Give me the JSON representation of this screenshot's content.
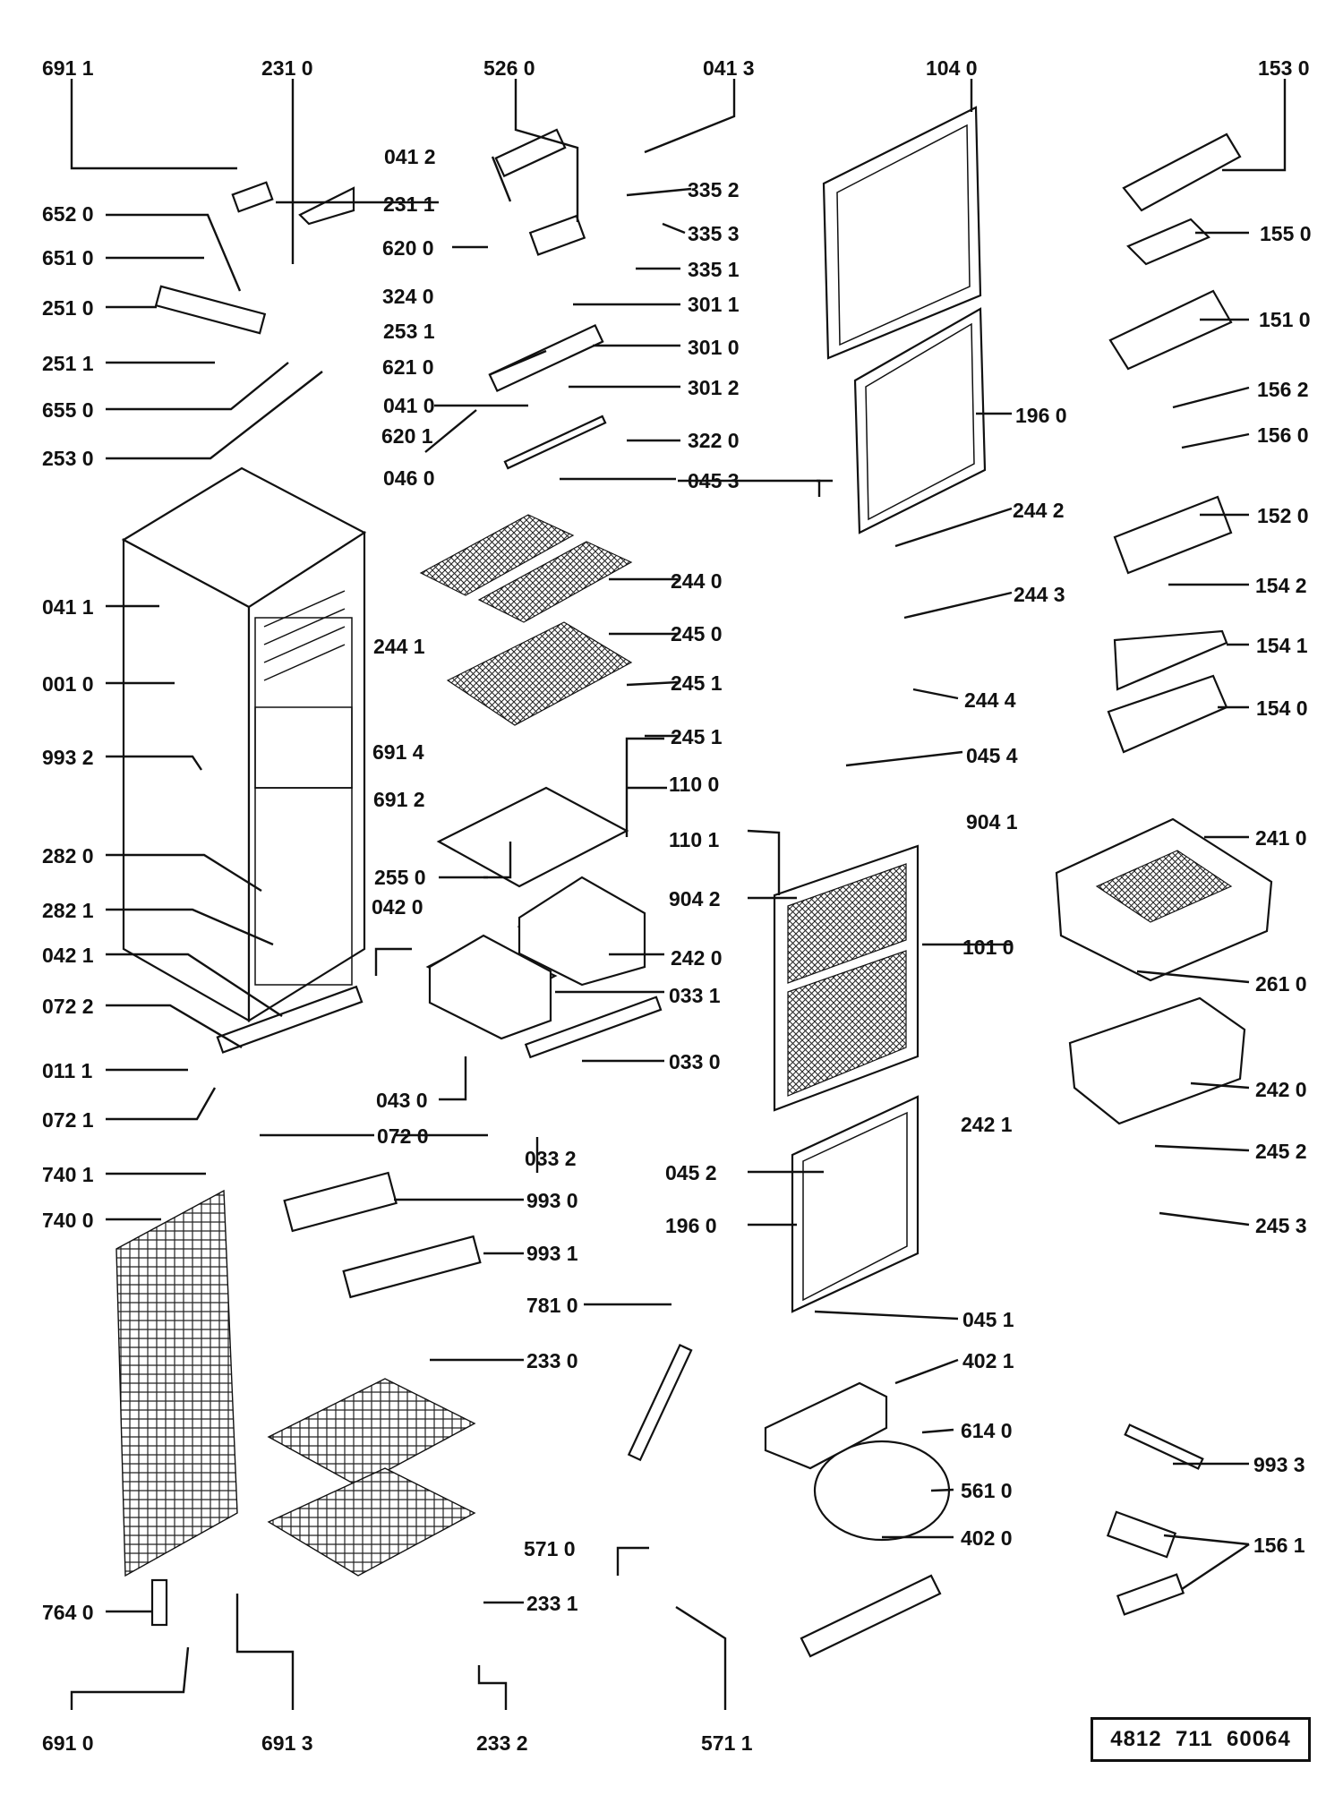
{
  "document_number": "4812  711  60064",
  "labels": [
    {
      "id": "l6911a",
      "text": "691 1"
    },
    {
      "id": "l2310",
      "text": "231 0"
    },
    {
      "id": "l5260",
      "text": "526 0"
    },
    {
      "id": "l0413",
      "text": "041 3"
    },
    {
      "id": "l1040",
      "text": "104 0"
    },
    {
      "id": "l1530",
      "text": "153 0"
    },
    {
      "id": "l0412",
      "text": "041 2"
    },
    {
      "id": "l2311",
      "text": "231 1"
    },
    {
      "id": "l3352",
      "text": "335 2"
    },
    {
      "id": "l6520",
      "text": "652 0"
    },
    {
      "id": "l6200",
      "text": "620 0"
    },
    {
      "id": "l3353",
      "text": "335 3"
    },
    {
      "id": "l1550",
      "text": "155 0"
    },
    {
      "id": "l6510",
      "text": "651 0"
    },
    {
      "id": "l3351",
      "text": "335 1"
    },
    {
      "id": "l3240",
      "text": "324 0"
    },
    {
      "id": "l3011",
      "text": "301 1"
    },
    {
      "id": "l2510",
      "text": "251 0"
    },
    {
      "id": "l1510",
      "text": "151 0"
    },
    {
      "id": "l2531",
      "text": "253 1"
    },
    {
      "id": "l3010",
      "text": "301 0"
    },
    {
      "id": "l6210",
      "text": "621 0"
    },
    {
      "id": "l2511",
      "text": "251 1"
    },
    {
      "id": "l3012",
      "text": "301 2"
    },
    {
      "id": "l1562",
      "text": "156 2"
    },
    {
      "id": "l6550",
      "text": "655 0"
    },
    {
      "id": "l0410",
      "text": "041 0"
    },
    {
      "id": "l1960a",
      "text": "196 0"
    },
    {
      "id": "l6201",
      "text": "620 1"
    },
    {
      "id": "l1560",
      "text": "156 0"
    },
    {
      "id": "l3220",
      "text": "322 0"
    },
    {
      "id": "l2530",
      "text": "253 0"
    },
    {
      "id": "l0460",
      "text": "046 0"
    },
    {
      "id": "l0453",
      "text": "045 3"
    },
    {
      "id": "l2442",
      "text": "244 2"
    },
    {
      "id": "l1520",
      "text": "152 0"
    },
    {
      "id": "l1542",
      "text": "154 2"
    },
    {
      "id": "l0411",
      "text": "041 1"
    },
    {
      "id": "l2440",
      "text": "244 0"
    },
    {
      "id": "l2443",
      "text": "244 3"
    },
    {
      "id": "l2441",
      "text": "244 1"
    },
    {
      "id": "l2450",
      "text": "245 0"
    },
    {
      "id": "l1541",
      "text": "154 1"
    },
    {
      "id": "l0010",
      "text": "001 0"
    },
    {
      "id": "l2451a",
      "text": "245 1"
    },
    {
      "id": "l2444",
      "text": "244 4"
    },
    {
      "id": "l1540",
      "text": "154 0"
    },
    {
      "id": "l2451b",
      "text": "245 1"
    },
    {
      "id": "l6914",
      "text": "691 4"
    },
    {
      "id": "l9932",
      "text": "993 2"
    },
    {
      "id": "l1100",
      "text": "110 0"
    },
    {
      "id": "l0454",
      "text": "045 4"
    },
    {
      "id": "l6912",
      "text": "691 2"
    },
    {
      "id": "l9041",
      "text": "904 1"
    },
    {
      "id": "l1101",
      "text": "110 1"
    },
    {
      "id": "l2410",
      "text": "241 0"
    },
    {
      "id": "l2820",
      "text": "282 0"
    },
    {
      "id": "l2550",
      "text": "255 0"
    },
    {
      "id": "l9042",
      "text": "904 2"
    },
    {
      "id": "l2821",
      "text": "282 1"
    },
    {
      "id": "l0420",
      "text": "042 0"
    },
    {
      "id": "l1010",
      "text": "101 0"
    },
    {
      "id": "l0421",
      "text": "042 1"
    },
    {
      "id": "l2420a",
      "text": "242 0"
    },
    {
      "id": "l2610",
      "text": "261 0"
    },
    {
      "id": "l0722",
      "text": "072 2"
    },
    {
      "id": "l0331",
      "text": "033 1"
    },
    {
      "id": "l0111",
      "text": "011 1"
    },
    {
      "id": "l0330",
      "text": "033 0"
    },
    {
      "id": "l2420b",
      "text": "242 0"
    },
    {
      "id": "l0430",
      "text": "043 0"
    },
    {
      "id": "l0721",
      "text": "072 1"
    },
    {
      "id": "l0720",
      "text": "072 0"
    },
    {
      "id": "l2421",
      "text": "242 1"
    },
    {
      "id": "l0332",
      "text": "033 2"
    },
    {
      "id": "l2452",
      "text": "245 2"
    },
    {
      "id": "l7401",
      "text": "740 1"
    },
    {
      "id": "l0452",
      "text": "045 2"
    },
    {
      "id": "l9930",
      "text": "993 0"
    },
    {
      "id": "l7400",
      "text": "740 0"
    },
    {
      "id": "l1960b",
      "text": "196 0"
    },
    {
      "id": "l2453",
      "text": "245 3"
    },
    {
      "id": "l9931",
      "text": "993 1"
    },
    {
      "id": "l7810",
      "text": "781 0"
    },
    {
      "id": "l0451",
      "text": "045 1"
    },
    {
      "id": "l2330",
      "text": "233 0"
    },
    {
      "id": "l4021",
      "text": "402 1"
    },
    {
      "id": "l6140",
      "text": "614 0"
    },
    {
      "id": "l9933",
      "text": "993 3"
    },
    {
      "id": "l5610",
      "text": "561 0"
    },
    {
      "id": "l4020",
      "text": "402 0"
    },
    {
      "id": "l5710",
      "text": "571 0"
    },
    {
      "id": "l1561",
      "text": "156 1"
    },
    {
      "id": "l2331",
      "text": "233 1"
    },
    {
      "id": "l7640",
      "text": "764 0"
    },
    {
      "id": "l6910",
      "text": "691 0"
    },
    {
      "id": "l6913",
      "text": "691 3"
    },
    {
      "id": "l2332",
      "text": "233 2"
    },
    {
      "id": "l5711",
      "text": "571 1"
    }
  ]
}
